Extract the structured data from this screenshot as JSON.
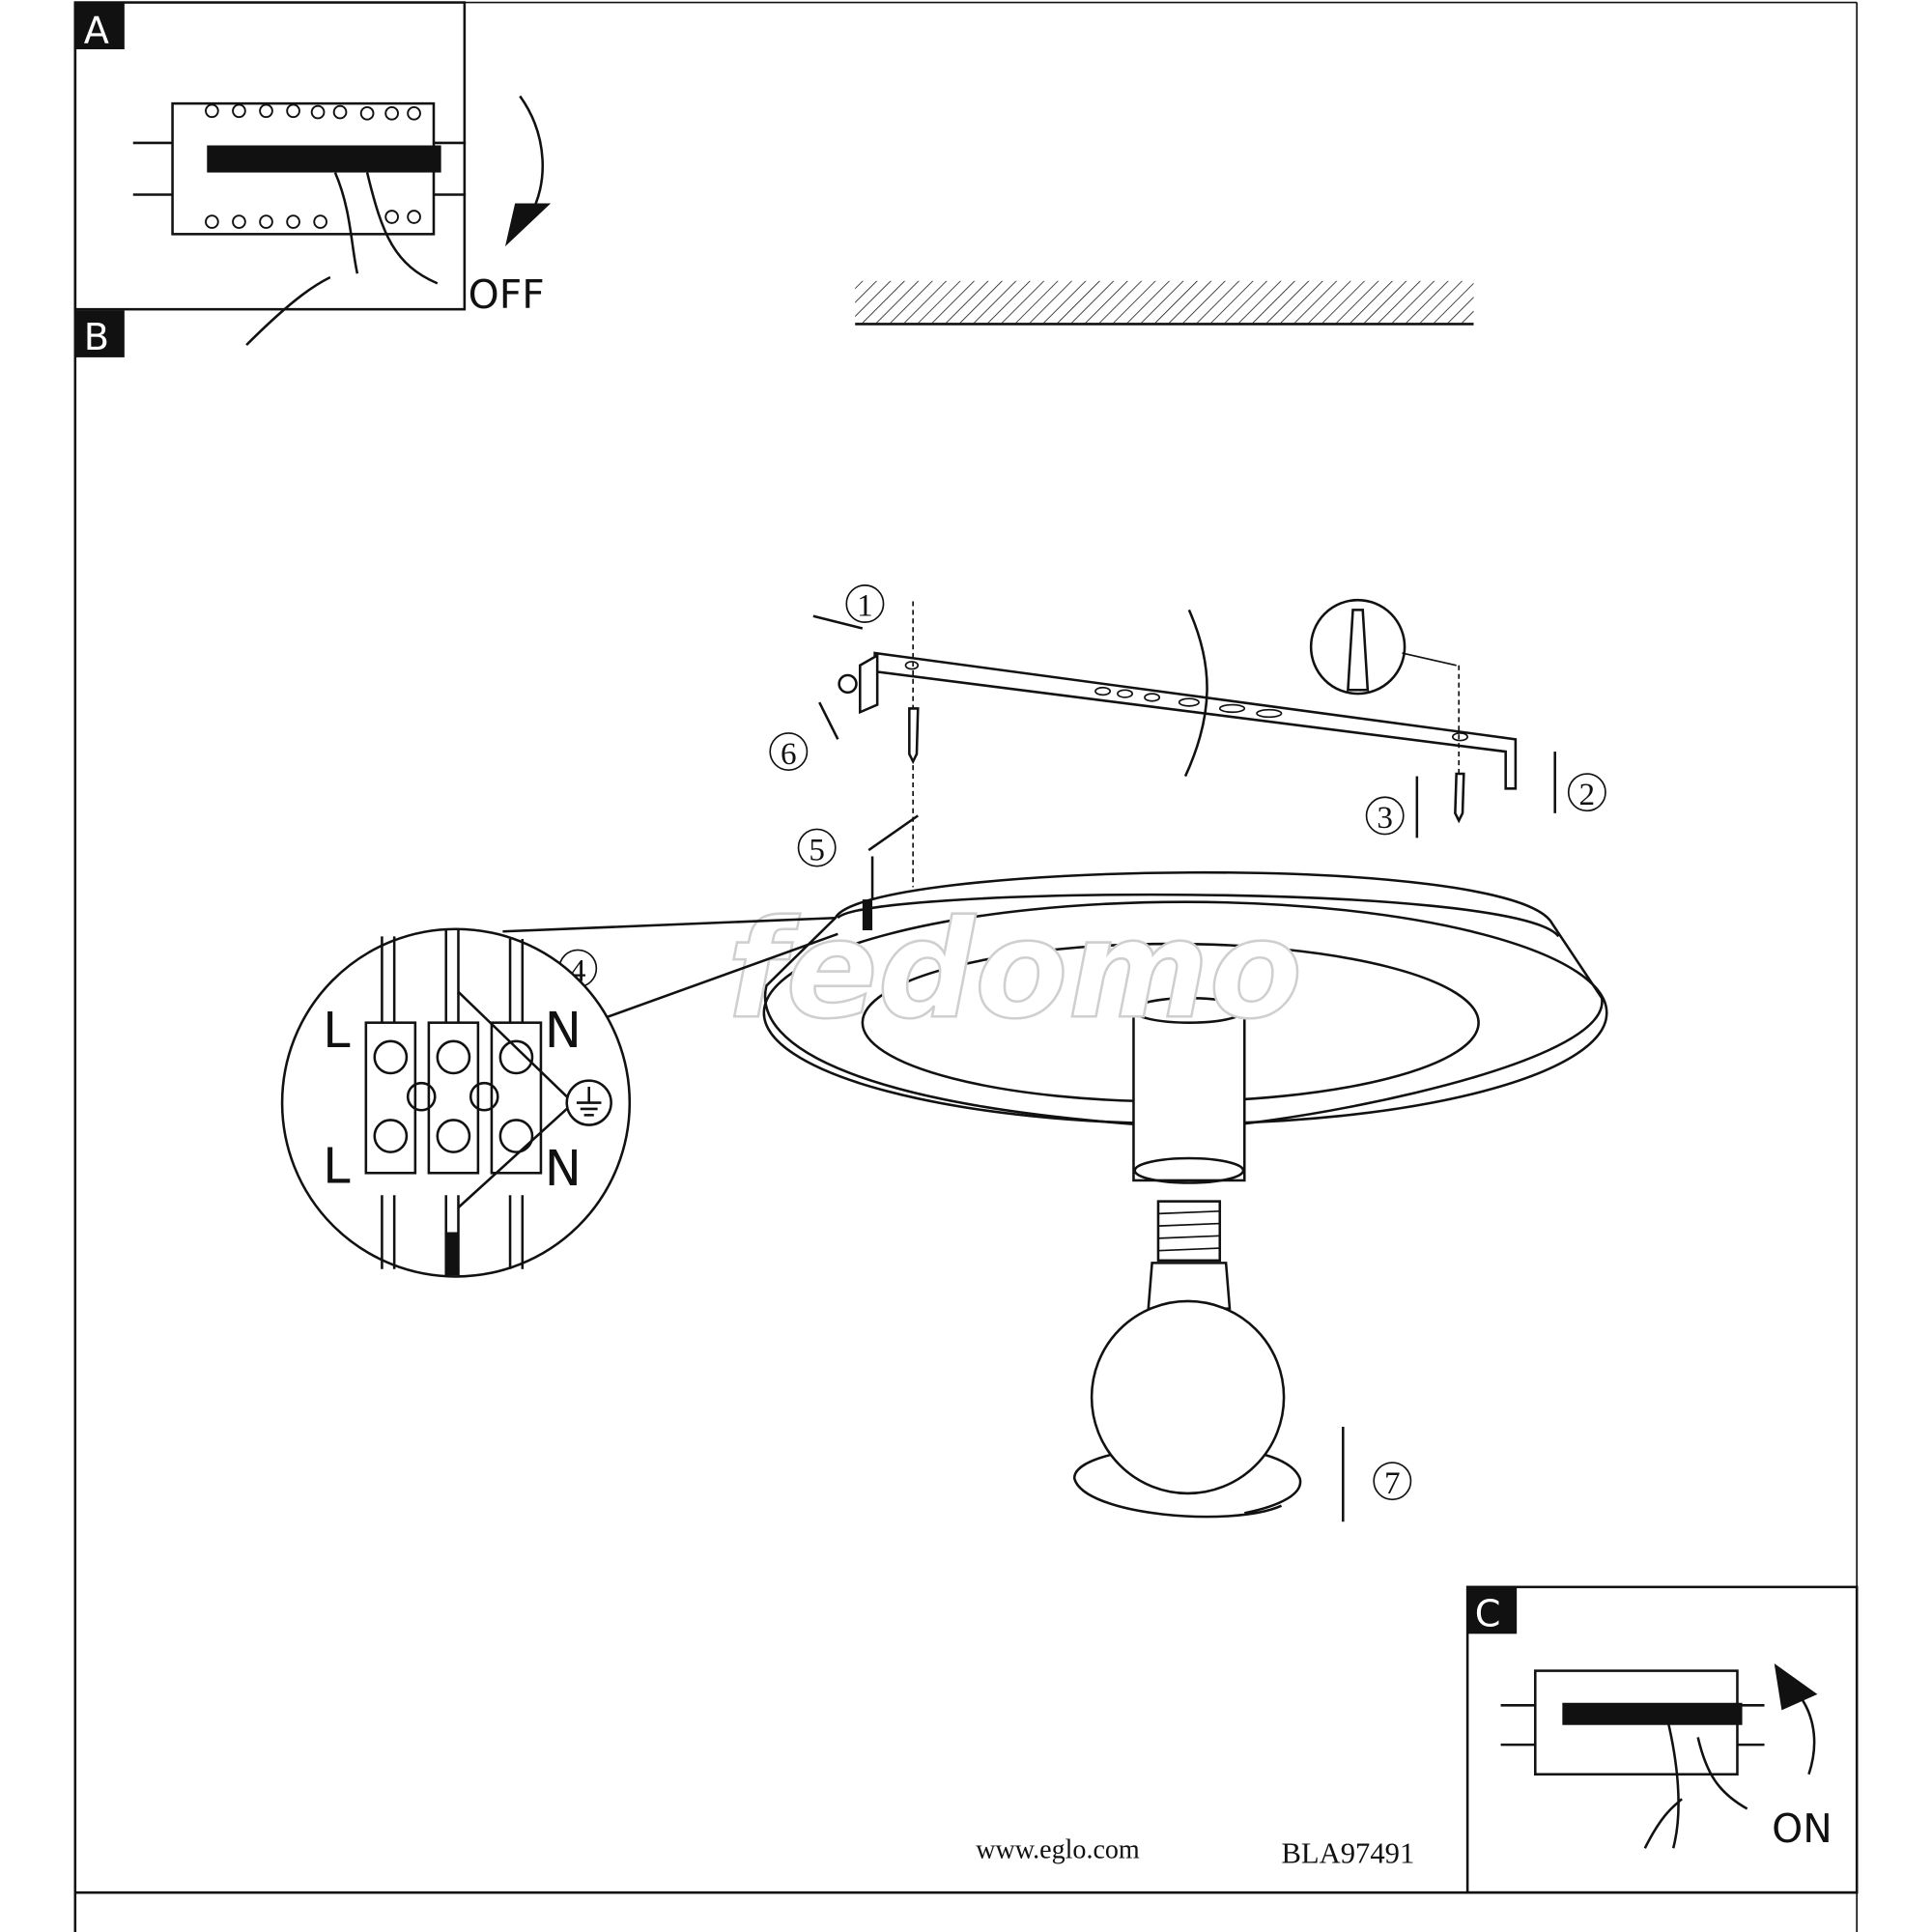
{
  "panels": {
    "a": {
      "label": "A",
      "state_text": "OFF"
    },
    "b": {
      "label": "B"
    },
    "c": {
      "label": "C",
      "state_text": "ON"
    }
  },
  "steps": [
    "1",
    "2",
    "3",
    "4",
    "5",
    "6",
    "7"
  ],
  "terminal": {
    "left_top": "L",
    "left_bottom": "L",
    "right_top": "N",
    "right_bottom": "N"
  },
  "watermark": "fedomo",
  "footer": {
    "website": "www.eglo.com",
    "code": "BLA97491"
  },
  "colors": {
    "ink": "#111111",
    "paper": "#ffffff",
    "watermark": "#e6e6e6"
  }
}
